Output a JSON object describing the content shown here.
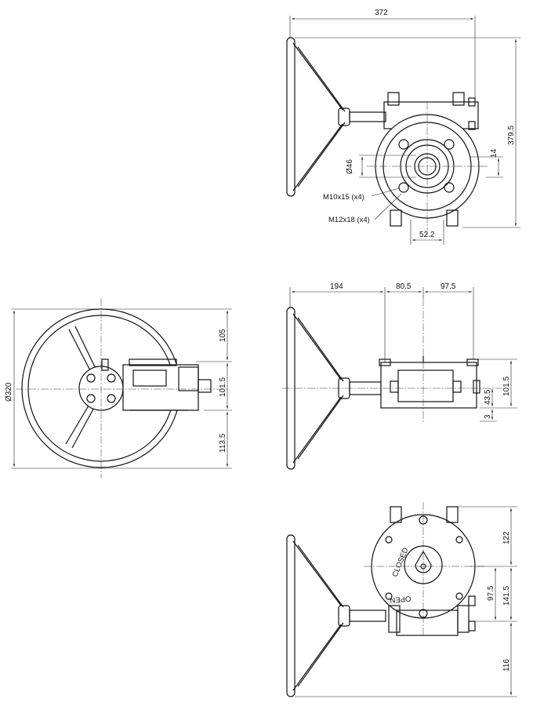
{
  "top_view": {
    "width_dim": "372",
    "height_dim": "379.5",
    "bore_dim": "Ø46",
    "small_dim": "14",
    "bolt_a": "M10x15 (x4)",
    "bolt_b": "M12x18 (x4)",
    "flange_dim": "52.2"
  },
  "left_view": {
    "wheel_dia": "Ø320",
    "dim_top": "105",
    "dim_mid": "101.5",
    "dim_bottom": "113.5"
  },
  "front_view": {
    "dim_a": "194",
    "dim_b": "80.5",
    "dim_c": "97.5",
    "dim_height": "101.5",
    "dim_offset": "43.5",
    "dim_small": "3"
  },
  "bottom_view": {
    "dim_a": "122",
    "dim_b": "97.5",
    "dim_c": "141.5",
    "dim_d": "116",
    "label_closed": "CLOSED",
    "label_open": "OPEN"
  }
}
